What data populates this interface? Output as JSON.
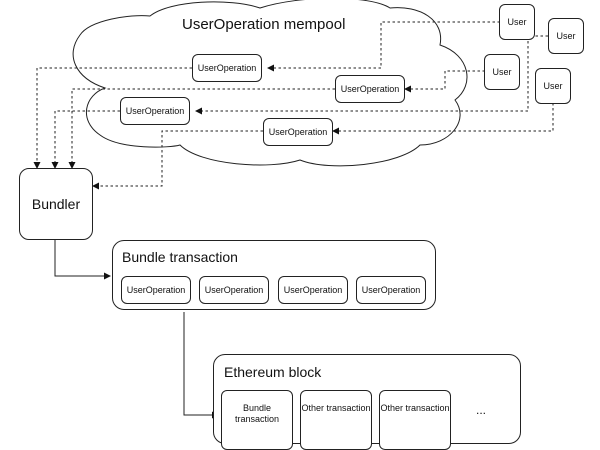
{
  "mempool": {
    "title": "UserOperation mempool",
    "operations": [
      "UserOperation",
      "UserOperation",
      "UserOperation",
      "UserOperation"
    ]
  },
  "users": [
    "User",
    "User",
    "User",
    "User"
  ],
  "bundler": {
    "label": "Bundler"
  },
  "bundle_transaction": {
    "title": "Bundle transaction",
    "operations": [
      "UserOperation",
      "UserOperation",
      "UserOperation",
      "UserOperation"
    ]
  },
  "ethereum_block": {
    "title": "Ethereum block",
    "transactions": [
      "Bundle transaction",
      "Other transaction",
      "Other transaction"
    ],
    "ellipsis": "..."
  }
}
